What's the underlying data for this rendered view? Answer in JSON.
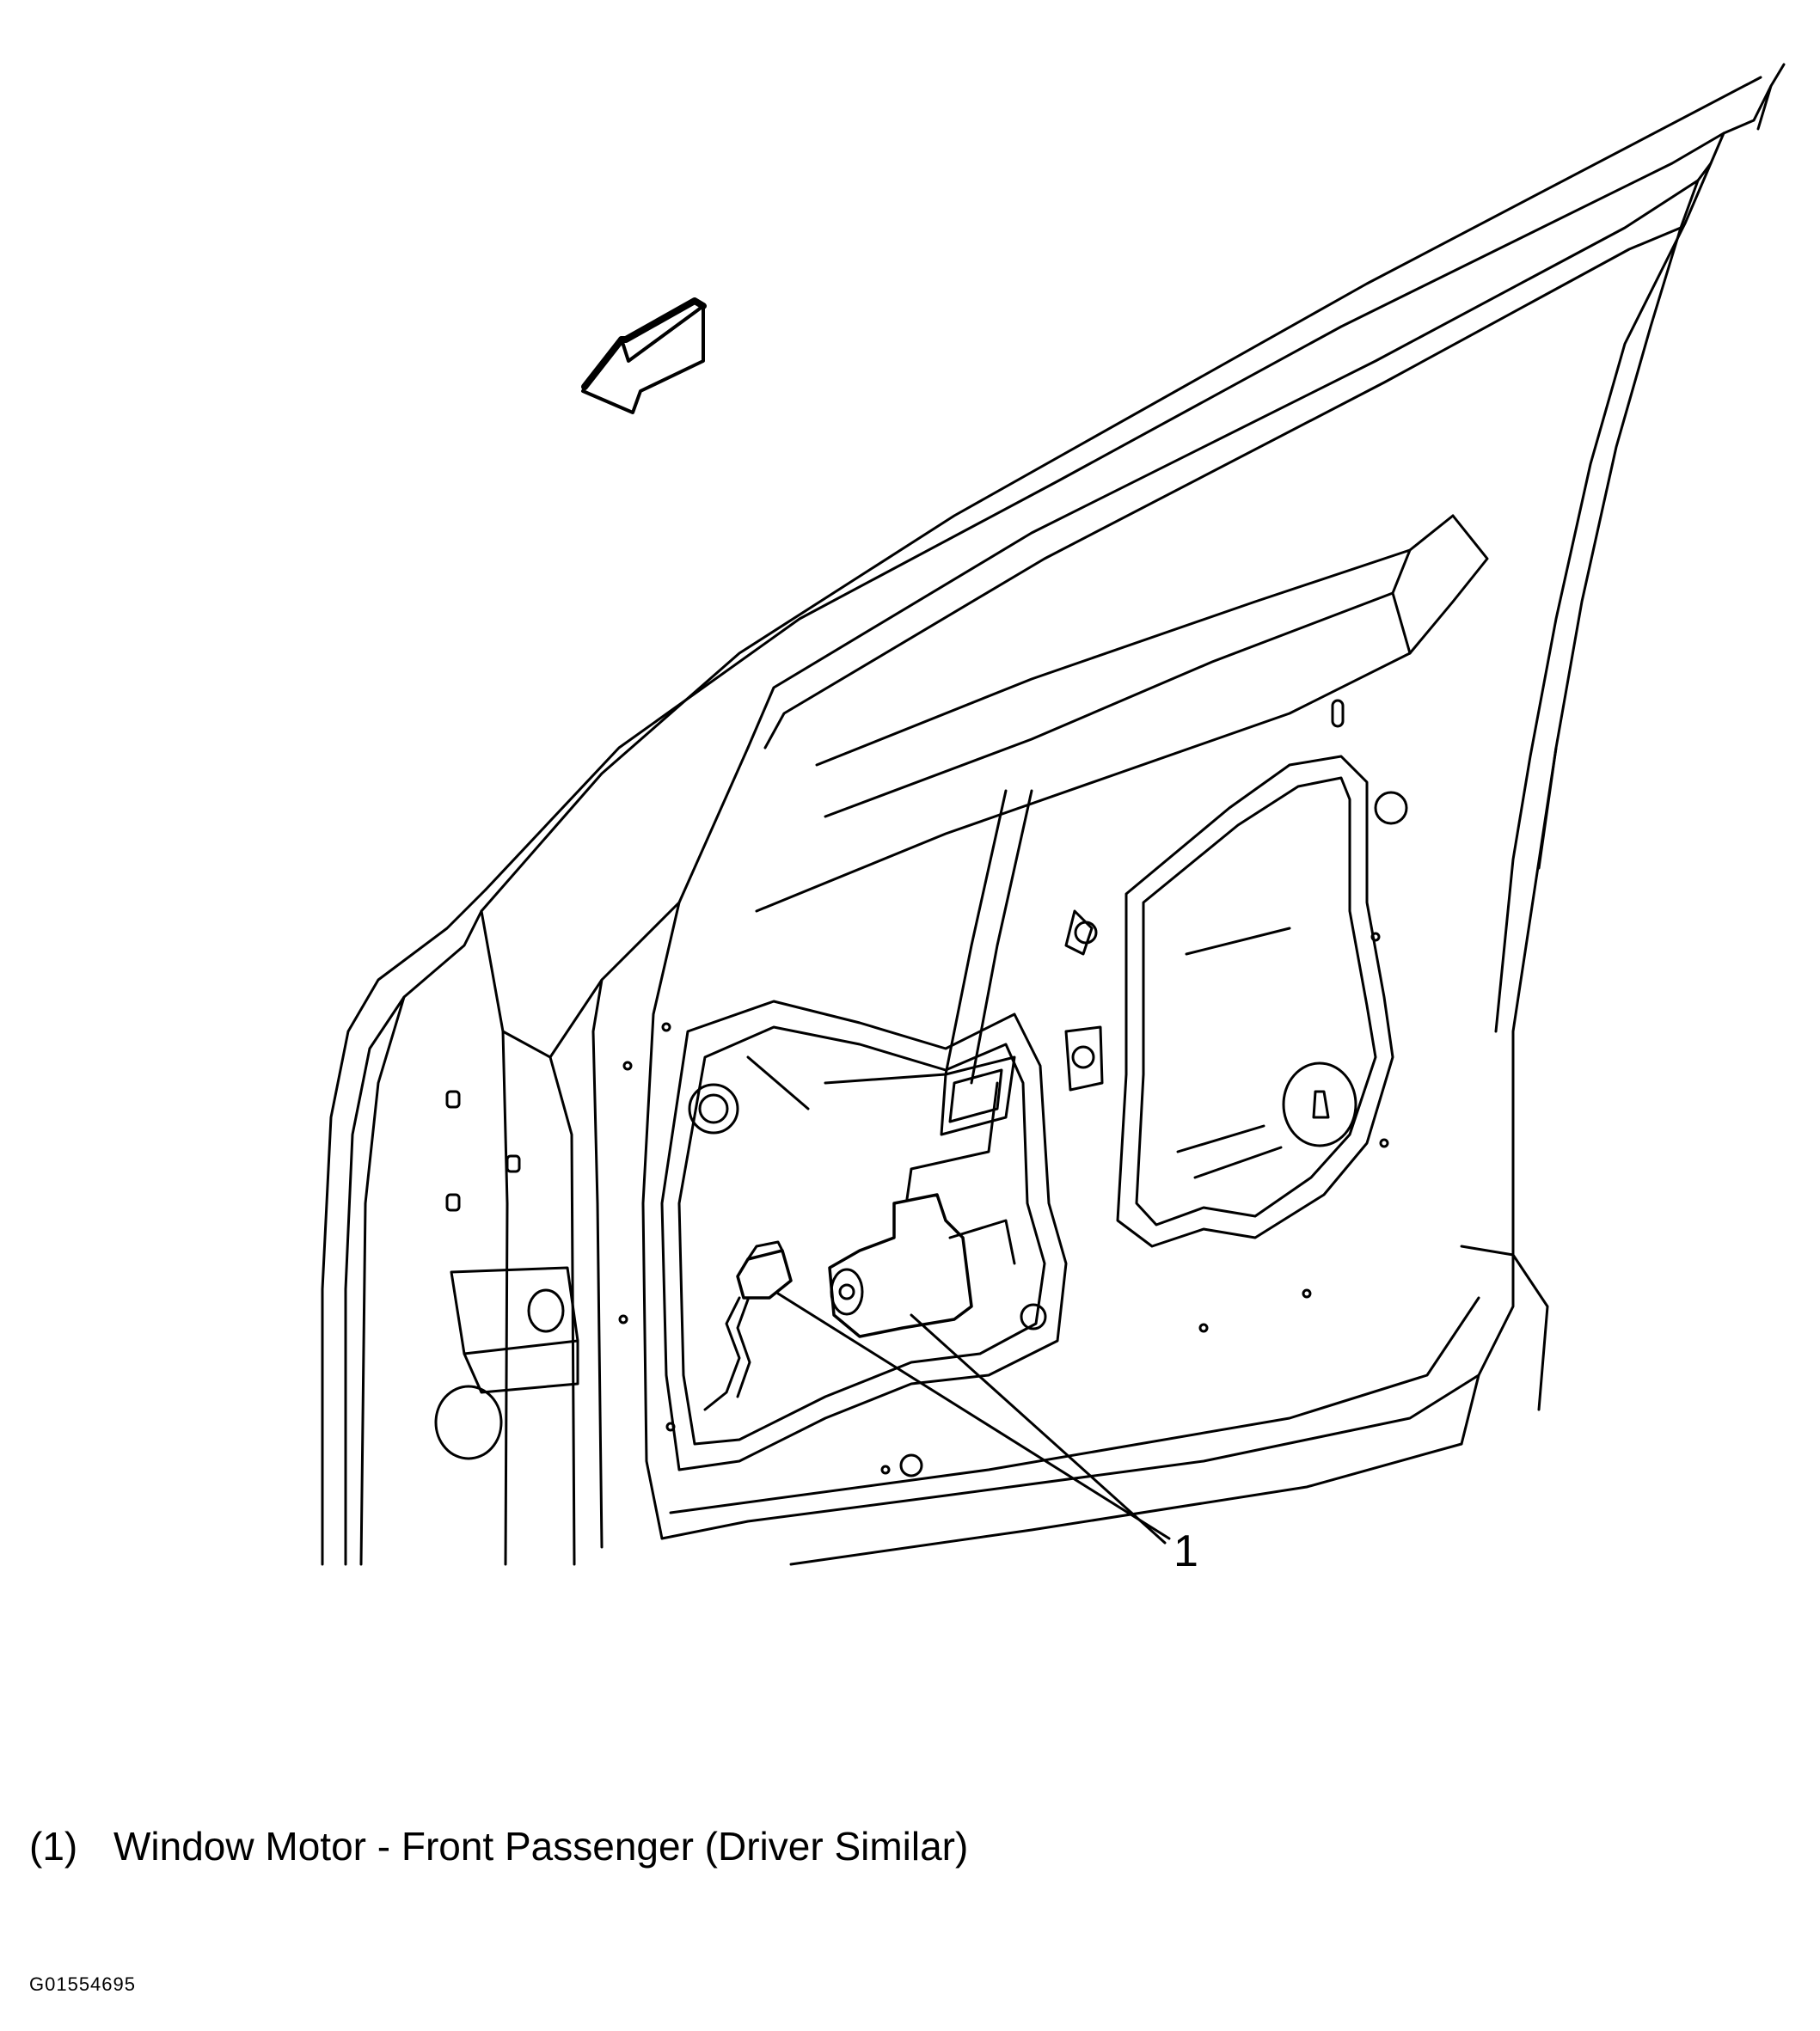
{
  "diagram": {
    "callout": "1"
  },
  "legend": [
    {
      "key": "(1)",
      "text": "Window Motor - Front Passenger (Driver Similar)"
    }
  ],
  "figure_id": "G01554695"
}
